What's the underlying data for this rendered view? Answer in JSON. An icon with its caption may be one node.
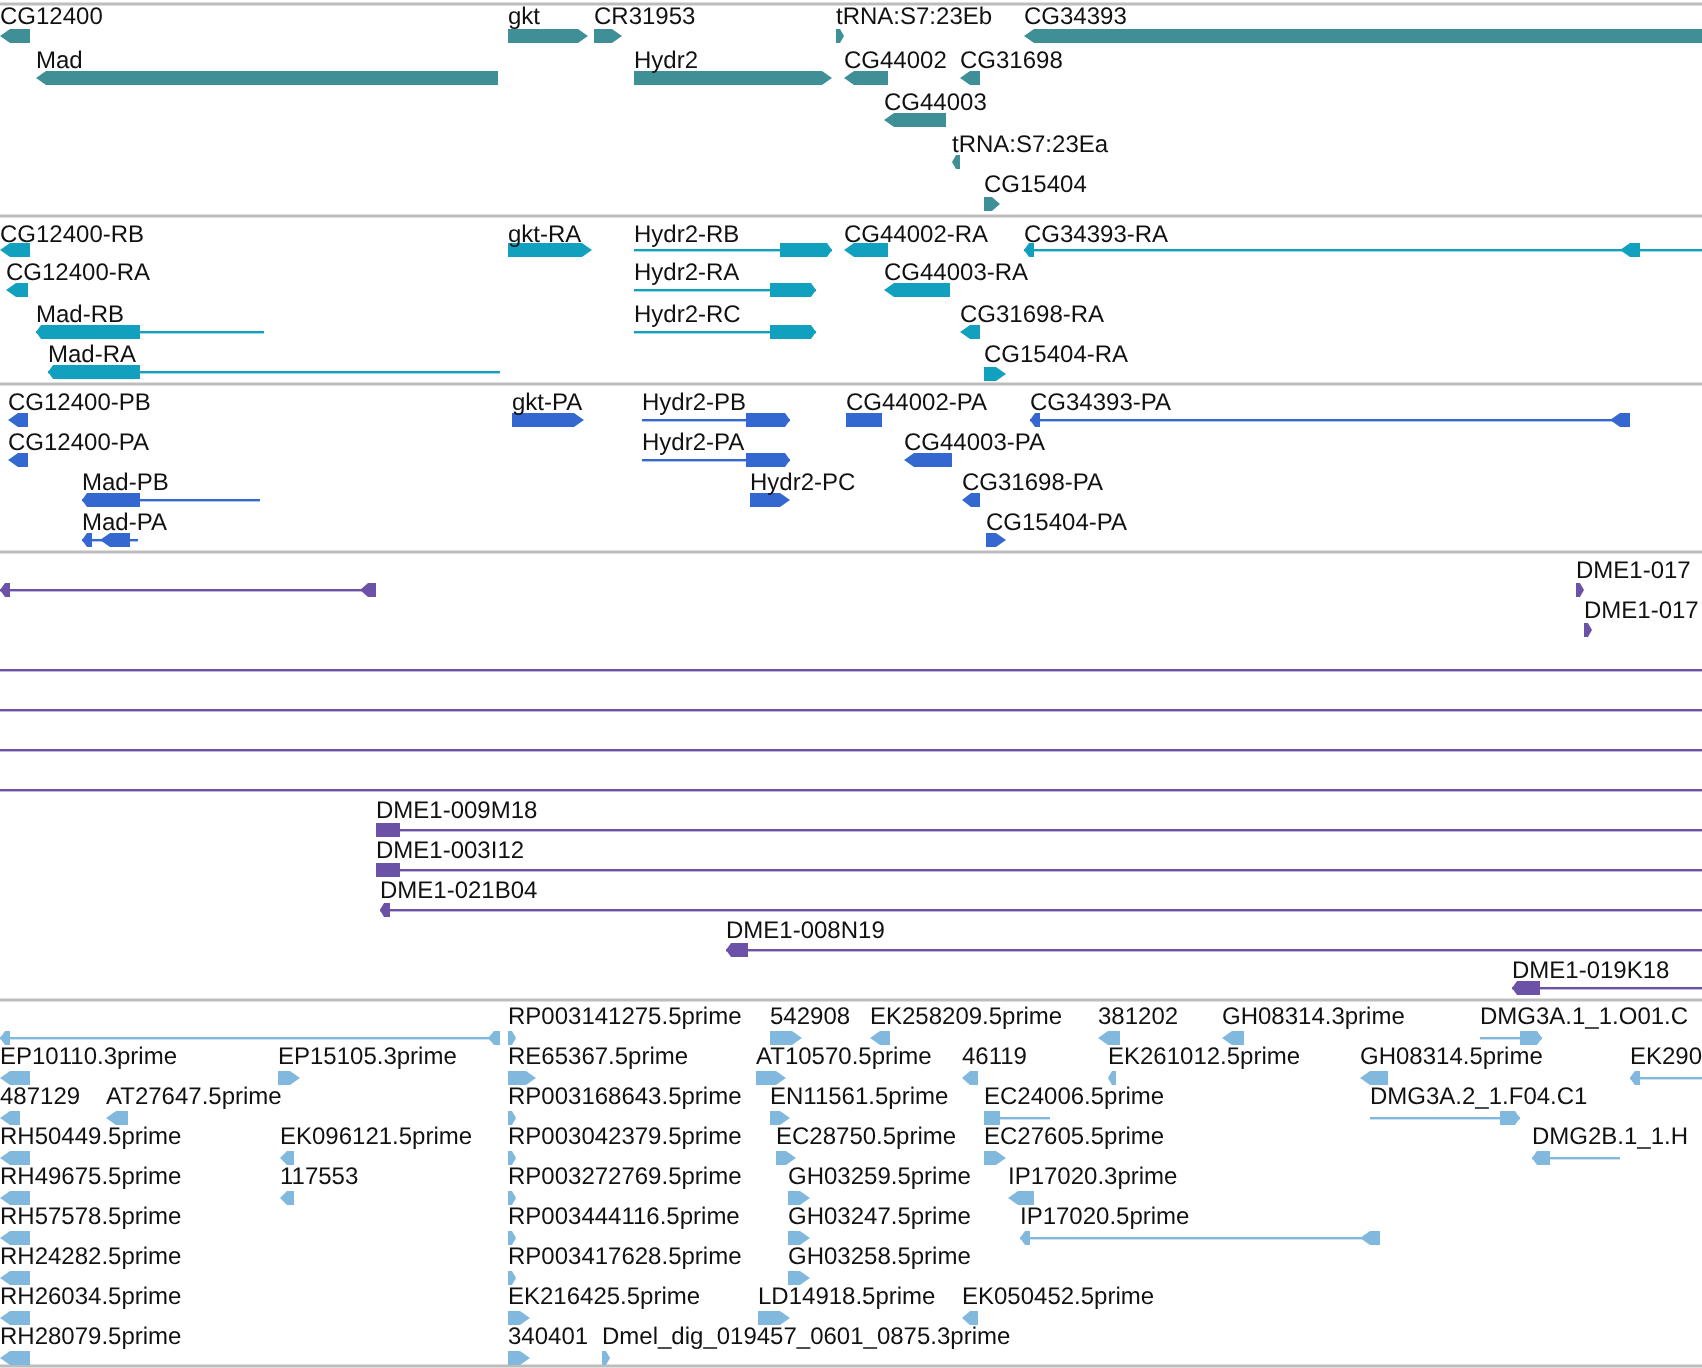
{
  "diagram": {
    "labels": [
      "CG12400",
      "gkt",
      "CR31953",
      "tRNA:S7:23Eb",
      "CG34393",
      "Mad",
      "Hydr2",
      "CG44002",
      "CG31698",
      "CG44003",
      "tRNA:S7:23Ea",
      "CG15404",
      "CG12400-RB",
      "gkt-RA",
      "Hydr2-RB",
      "CG44002-RA",
      "CG34393-RA",
      "CG12400-RA",
      "Hydr2-RA",
      "CG44003-RA",
      "Mad-RB",
      "Hydr2-RC",
      "CG31698-RA",
      "Mad-RA",
      "CG15404-RA",
      "CG12400-PB",
      "gkt-PA",
      "Hydr2-PB",
      "CG44002-PA",
      "CG34393-PA",
      "CG12400-PA",
      "Hydr2-PA",
      "CG44003-PA",
      "Mad-PB",
      "Hydr2-PC",
      "CG31698-PA",
      "Mad-PA",
      "CG15404-PA",
      "DME1-017",
      "DME1-017",
      "DME1-009M18",
      "DME1-003I12",
      "DME1-021B04",
      "DME1-008N19",
      "DME1-019K18",
      "RP003141275.5prime",
      "542908",
      "EK258209.5prime",
      "381202",
      "GH08314.3prime",
      "DMG3A.1_1.O01.C",
      "EP10110.3prime",
      "EP15105.3prime",
      "RE65367.5prime",
      "AT10570.5prime",
      "46119",
      "EK261012.5prime",
      "GH08314.5prime",
      "EK290",
      "487129",
      "AT27647.5prime",
      "RP003168643.5prime",
      "EN11561.5prime",
      "EC24006.5prime",
      "DMG3A.2_1.F04.C1",
      "RH50449.5prime",
      "EK096121.5prime",
      "RP003042379.5prime",
      "EC28750.5prime",
      "EC27605.5prime",
      "DMG2B.1_1.H",
      "RH49675.5prime",
      "117553",
      "RP003272769.5prime",
      "GH03259.5prime",
      "IP17020.3prime",
      "RH57578.5prime",
      "RP003444116.5prime",
      "GH03247.5prime",
      "IP17020.5prime",
      "RH24282.5prime",
      "RP003417628.5prime",
      "GH03258.5prime",
      "RH26034.5prime",
      "EK216425.5prime",
      "LD14918.5prime",
      "EK050452.5prime",
      "RH28079.5prime",
      "340401",
      "Dmel_dig_019457_0601_0875.3prime"
    ]
  }
}
